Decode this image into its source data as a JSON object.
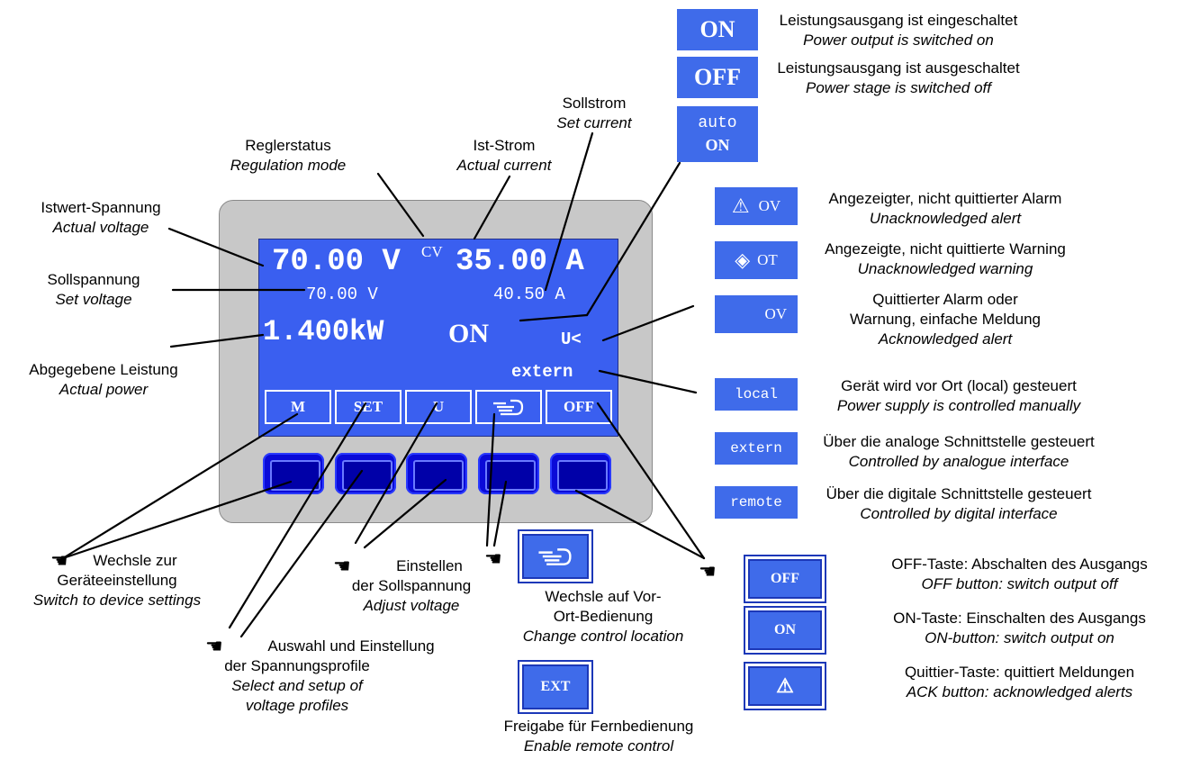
{
  "display": {
    "actual_voltage": "70.00 V",
    "regulation_mode": "CV",
    "actual_current": "35.00 A",
    "set_voltage": "70.00 V",
    "set_current": "40.50 A",
    "power": "1.400kW",
    "output_state": "ON",
    "undervoltage": "U<",
    "control": "extern",
    "softkeys": [
      "M",
      "SET",
      "U",
      "hand-icon",
      "OFF"
    ]
  },
  "labels": {
    "actual_voltage": {
      "de": "Istwert-Spannung",
      "en": "Actual voltage"
    },
    "set_voltage": {
      "de": "Sollspannung",
      "en": "Set voltage"
    },
    "actual_power": {
      "de": "Abgegebene Leistung",
      "en": "Actual power"
    },
    "regulation_mode": {
      "de": "Reglerstatus",
      "en": "Regulation mode"
    },
    "actual_current": {
      "de": "Ist-Strom",
      "en": "Actual current"
    },
    "set_current": {
      "de": "Sollstrom",
      "en": "Set current"
    },
    "switch_settings": {
      "de": "Wechsle zur",
      "de2": "Geräteeinstellung",
      "en": "Switch to device settings"
    },
    "profiles": {
      "de": "Auswahl und Einstellung",
      "de2": "der Spannungsprofile",
      "en": "Select and setup of",
      "en2": "voltage profiles"
    },
    "adjust_voltage": {
      "de": "Einstellen",
      "de2": "der Sollspannung",
      "en": "Adjust voltage"
    },
    "change_location": {
      "de": "Wechsle auf Vor-",
      "de2": "Ort-Bedienung",
      "en": "Change control location"
    },
    "enable_remote": {
      "de": "Freigabe für Fernbedienung",
      "en": "Enable remote control"
    }
  },
  "indicators": [
    {
      "box": "ON",
      "de": "Leistungsausgang ist eingeschaltet",
      "en": "Power output is switched on"
    },
    {
      "box": "OFF",
      "de": "Leistungsausgang ist ausgeschaltet",
      "en": "Power stage is switched off"
    },
    {
      "box": "auto",
      "box2": "ON"
    },
    {
      "box": "OV",
      "de": "Angezeigter, nicht quittierter Alarm",
      "en": "Unacknowledged alert"
    },
    {
      "box": "OT",
      "de": "Angezeigte, nicht quittierte Warning",
      "en": "Unacknowledged warning"
    },
    {
      "box": "OV",
      "de": "Quittierter Alarm oder",
      "de2": "Warnung, einfache Meldung",
      "en": "Acknowledged alert"
    },
    {
      "box": "local",
      "de": "Gerät wird vor Ort (local) gesteuert",
      "en": "Power supply is controlled manually"
    },
    {
      "box": "extern",
      "de": "Über die analoge Schnittstelle gesteuert",
      "en": "Controlled by analogue interface"
    },
    {
      "box": "remote",
      "de": "Über die digitale Schnittstelle gesteuert",
      "en": "Controlled by digital interface"
    }
  ],
  "buttons": [
    {
      "box": "OFF",
      "de": "OFF-Taste: Abschalten des Ausgangs",
      "en": "OFF button: switch output off"
    },
    {
      "box": "ON",
      "de": "ON-Taste: Einschalten des Ausgangs",
      "en": "ON-button: switch output on"
    },
    {
      "box": "warning-icon",
      "de": "Quittier-Taste: quittiert Meldungen",
      "en": "ACK button: acknowledged alerts"
    }
  ],
  "ext_button": "EXT",
  "colors": {
    "screen": "#3a5ff0",
    "key": "#0a0ad8",
    "indicator": "#3f6bea"
  }
}
